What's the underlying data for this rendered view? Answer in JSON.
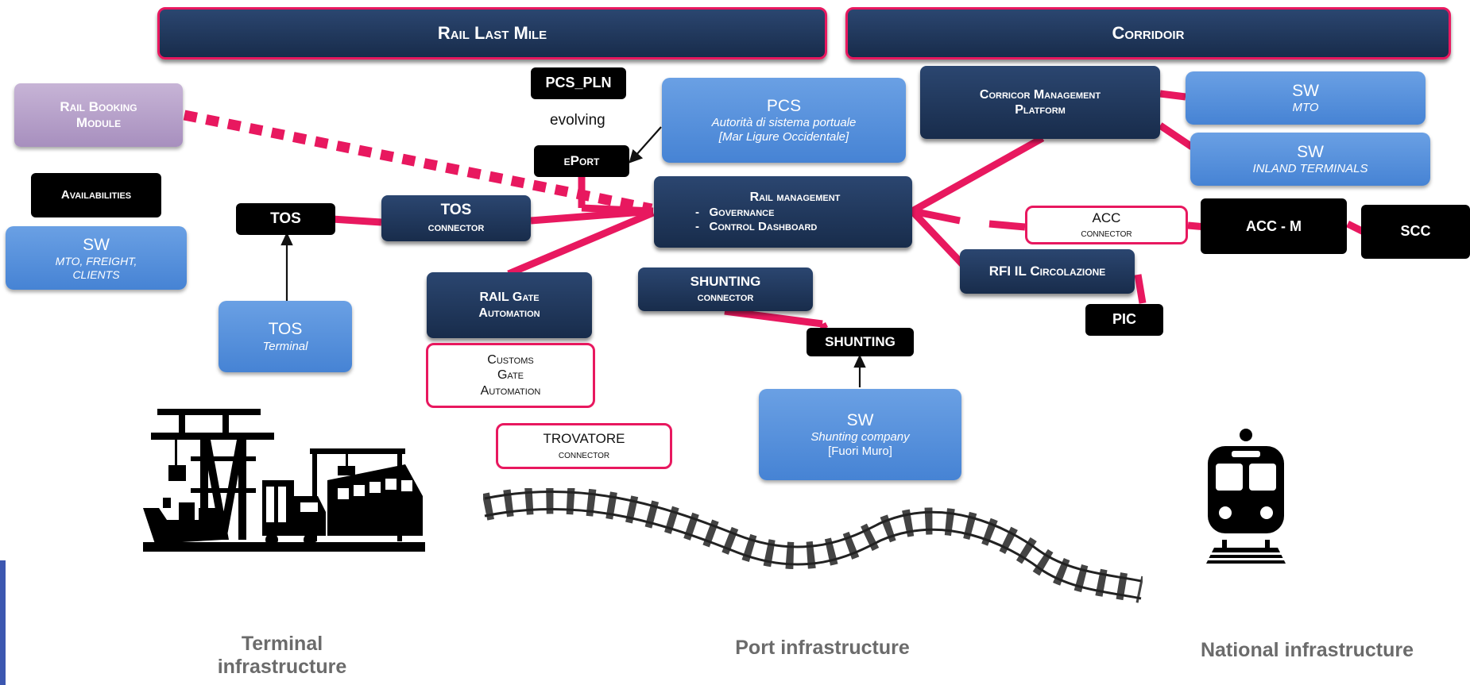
{
  "banners": {
    "rail_last_mile": "Rail Last Mile",
    "corridor": "Corridoir"
  },
  "left": {
    "rail_booking_module": [
      "Rail Booking",
      "Module"
    ],
    "availabilities": "Availabilities",
    "sw_main": "SW",
    "sw_sub": [
      "MTO, FREIGHT,",
      "CLIENTS"
    ],
    "tos_black": "TOS",
    "tos_terminal_main": "TOS",
    "tos_terminal_sub": "Terminal"
  },
  "center": {
    "pcs_pln": "PCS_PLN",
    "evolving": "evolving",
    "eport": "ePort",
    "pcs_main": "PCS",
    "pcs_sub": [
      "Autorità di sistema portuale",
      "[Mar Ligure Occidentale]"
    ],
    "tos_connector": [
      "TOS",
      "connector"
    ],
    "rail_management_title": "Rail management",
    "rail_management_items": [
      "Governance",
      "Control Dashboard"
    ],
    "rail_gate": [
      "RAIL Gate",
      "Automation"
    ],
    "customs_gate": [
      "Customs",
      "Gate",
      "Automation"
    ],
    "trovatore": [
      "TROVATORE",
      "connector"
    ],
    "shunting_connector": [
      "SHUNTING",
      "connector"
    ],
    "shunting_black": "SHUNTING",
    "sw_shunting_main": "SW",
    "sw_shunting_sub": "Shunting company",
    "sw_shunting_sub2": "[Fuori Muro]"
  },
  "right": {
    "corridor_mgmt": [
      "Corricor Management",
      "Platform"
    ],
    "sw_mto_main": "SW",
    "sw_mto_sub": "MTO",
    "sw_inland_main": "SW",
    "sw_inland_sub": "INLAND TERMINALS",
    "acc_connector": [
      "ACC",
      "connector"
    ],
    "acc_m": "ACC - M",
    "scc": "SCC",
    "rfi": "RFI IL Circolazione",
    "pic": "PIC"
  },
  "zones": {
    "terminal": [
      "Terminal",
      "infrastructure"
    ],
    "port": "Port infrastructure",
    "national": "National infrastructure"
  },
  "colors": {
    "navy": "#1e3557",
    "blue": "#4f8ad8",
    "pink": "#e8185f",
    "lilac": "#b39fca",
    "black": "#000000"
  },
  "icons": [
    "port-terminal-icon",
    "railway-track-icon",
    "train-icon"
  ]
}
